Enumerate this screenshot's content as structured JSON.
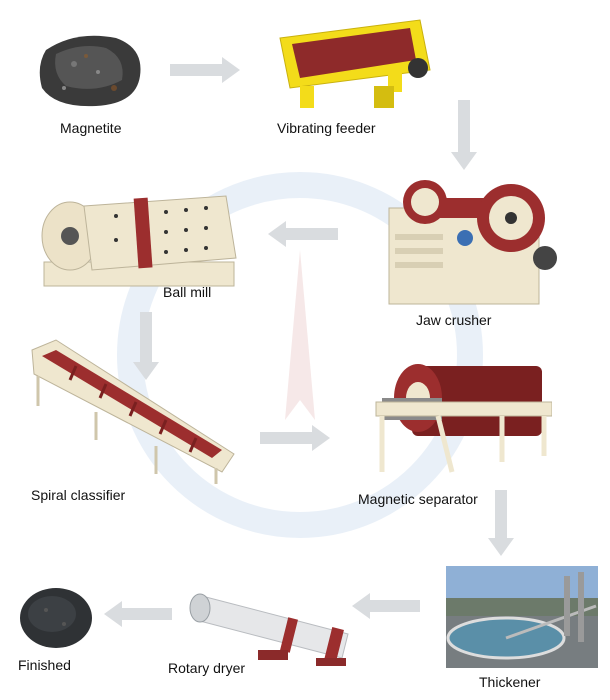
{
  "steps": [
    {
      "id": "magnetite",
      "label": "Magnetite"
    },
    {
      "id": "vibrating-feeder",
      "label": "Vibrating feeder"
    },
    {
      "id": "jaw-crusher",
      "label": "Jaw crusher"
    },
    {
      "id": "ball-mill",
      "label": "Ball mill"
    },
    {
      "id": "spiral-classifier",
      "label": "Spiral classifier"
    },
    {
      "id": "magnetic-separator",
      "label": "Magnetic separator"
    },
    {
      "id": "thickener",
      "label": "Thickener"
    },
    {
      "id": "rotary-dryer",
      "label": "Rotary dryer"
    },
    {
      "id": "finished",
      "label": "Finished"
    }
  ],
  "colors": {
    "arrow": "#d9dcdf",
    "machine_body": "#efe7cf",
    "machine_red": "#9c2e2e",
    "feeder_yellow": "#f3dc1a",
    "watermark": "#dfe9f5"
  }
}
